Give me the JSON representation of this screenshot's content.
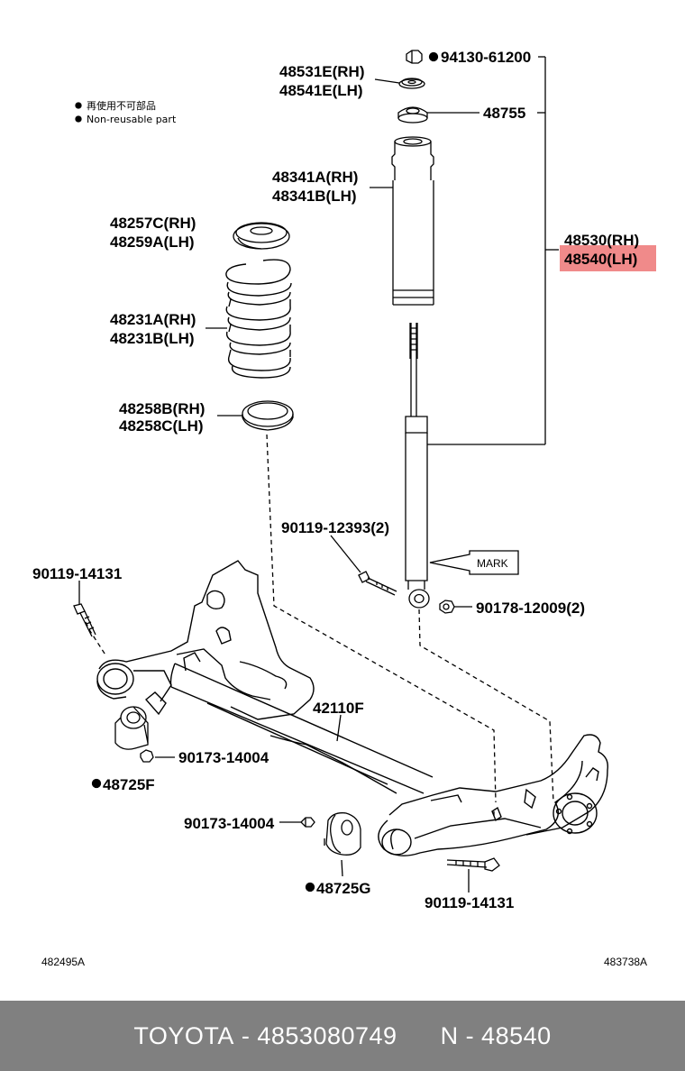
{
  "legend": {
    "cn": "再使用不可部品",
    "en": "Non-reusable part"
  },
  "parts": {
    "p94130": "94130-61200",
    "p48531E": "48531E(RH)",
    "p48541E": "48541E(LH)",
    "p48755": "48755",
    "p48341A": "48341A(RH)",
    "p48341B": "48341B(LH)",
    "p48530": "48530(RH)",
    "p48540": "48540(LH)",
    "p48257C": "48257C(RH)",
    "p48259A": "48259A(LH)",
    "p48231A": "48231A(RH)",
    "p48231B": "48231B(LH)",
    "p48258B": "48258B(RH)",
    "p48258C": "48258C(LH)",
    "p90119_12393": "90119-12393(2)",
    "mark": "MARK",
    "p90178": "90178-12009(2)",
    "p90119_14131_top": "90119-14131",
    "p42110F": "42110F",
    "p90173_right": "90173-14004",
    "p48725F": "48725F",
    "p90173_left": "90173-14004",
    "p48725G": "48725G",
    "p90119_14131_bottom": "90119-14131"
  },
  "drawing_ids": {
    "left": "482495A",
    "right": "483738A"
  },
  "footer": {
    "brand": "TOYOTA",
    "part_number": "4853080749",
    "ref": "N - 48540"
  },
  "colors": {
    "highlight": "#f08a8a",
    "footer_bg": "#808080"
  }
}
